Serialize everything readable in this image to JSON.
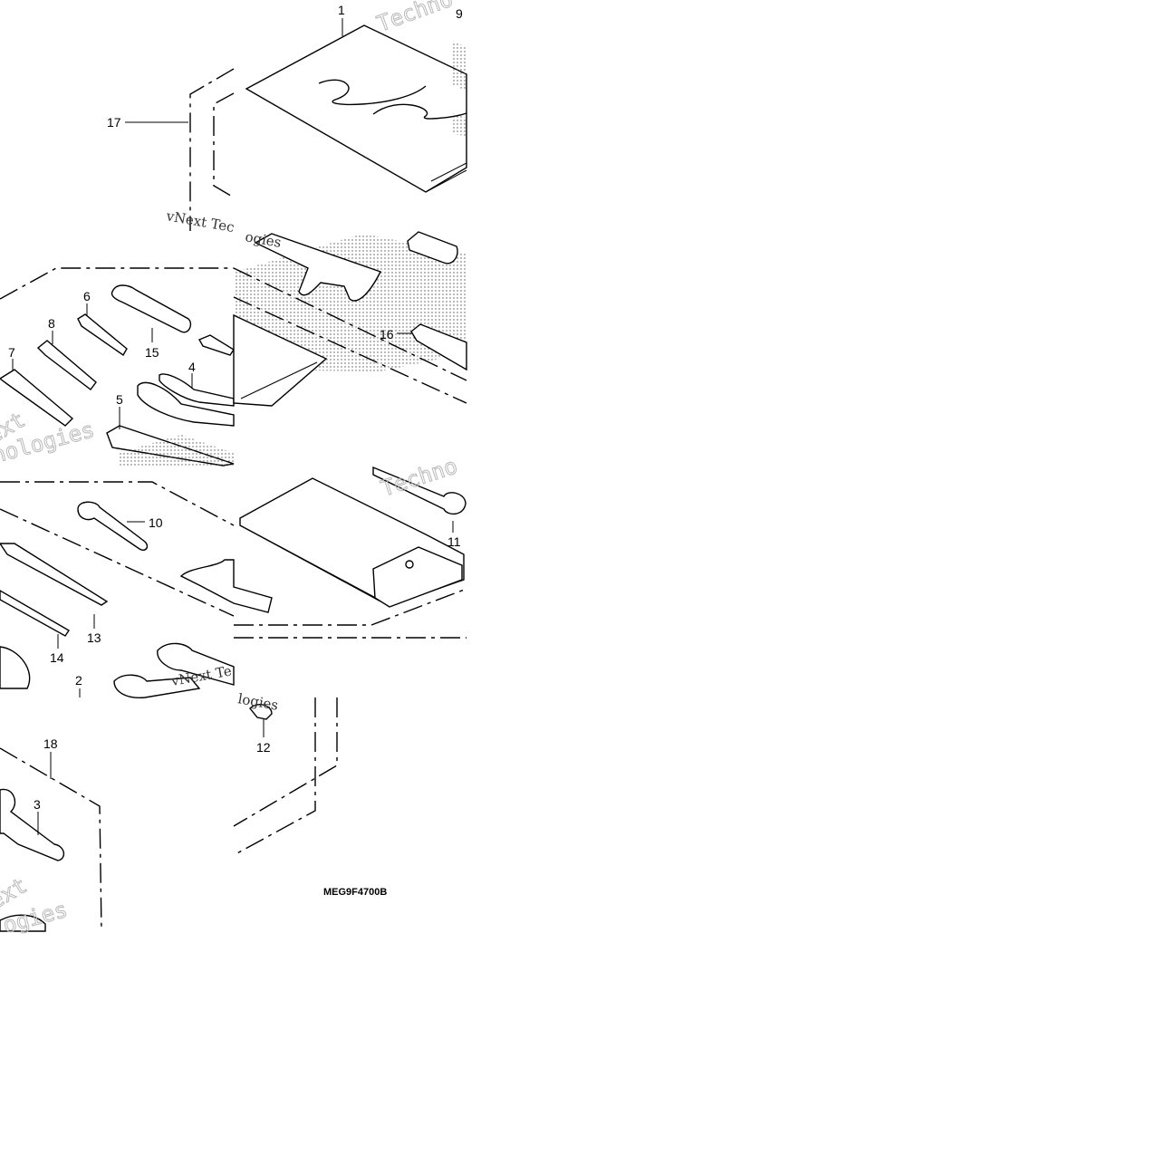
{
  "diagram": {
    "callouts": [
      "1",
      "2",
      "3",
      "4",
      "5",
      "6",
      "7",
      "8",
      "9",
      "10",
      "11",
      "12",
      "13",
      "14",
      "15",
      "16",
      "17",
      "18"
    ],
    "part_code": "MEG9F4700B",
    "watermarks": [
      "Techno",
      "vNext Tec",
      "ogies",
      "ext",
      "hnologies",
      "Techno",
      "vNext Te",
      "logies",
      "ext",
      "ogies"
    ]
  }
}
